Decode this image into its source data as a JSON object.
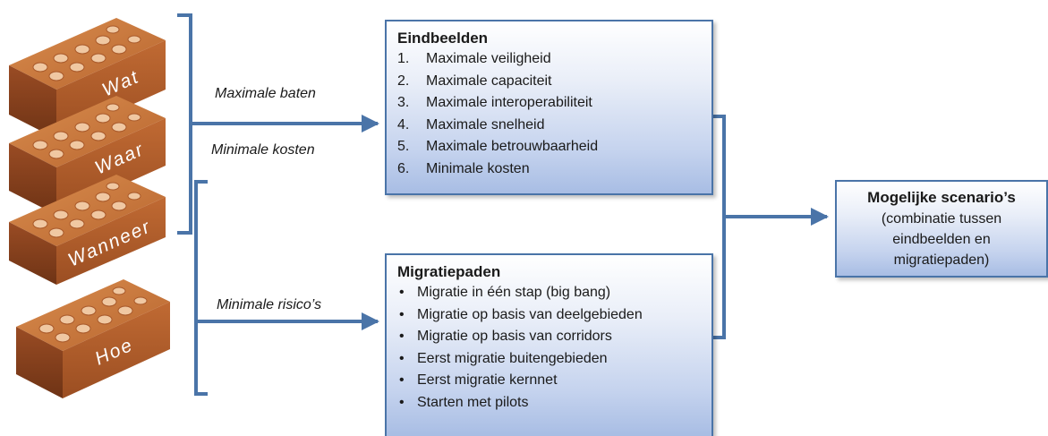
{
  "bricks": [
    {
      "label": "Wat"
    },
    {
      "label": "Waar"
    },
    {
      "label": "Wanneer"
    },
    {
      "label": "Hoe"
    }
  ],
  "edge_labels": {
    "top_1": "Maximale baten",
    "top_2": "Minimale kosten",
    "bottom": "Minimale risico’s"
  },
  "eindbeelden": {
    "title": "Eindbeelden",
    "items": [
      {
        "num": "1.",
        "text": "Maximale veiligheid"
      },
      {
        "num": "2.",
        "text": "Maximale capaciteit"
      },
      {
        "num": "3.",
        "text": "Maximale interoperabiliteit"
      },
      {
        "num": "4.",
        "text": "Maximale snelheid"
      },
      {
        "num": "5.",
        "text": "Maximale betrouwbaarheid"
      },
      {
        "num": "6.",
        "text": "Minimale kosten"
      }
    ]
  },
  "migratiepaden": {
    "title": "Migratiepaden",
    "bullet": "•",
    "items": [
      "Migratie in één stap (big bang)",
      "Migratie op basis van deelgebieden",
      "Migratie op basis van corridors",
      "Eerst migratie buitengebieden",
      "Eerst migratie kernnet",
      "Starten met pilots"
    ]
  },
  "scenarios": {
    "title": "Mogelijke scenario’s",
    "lines": [
      "(combinatie tussen",
      "eindbeelden en",
      "migratiepaden)"
    ]
  },
  "colors": {
    "brick_top": "#c9773a",
    "brick_front": "#b55d2a",
    "brick_side": "#8f4420",
    "hole": "#f0c7a0",
    "connector": "#4a74a8"
  }
}
